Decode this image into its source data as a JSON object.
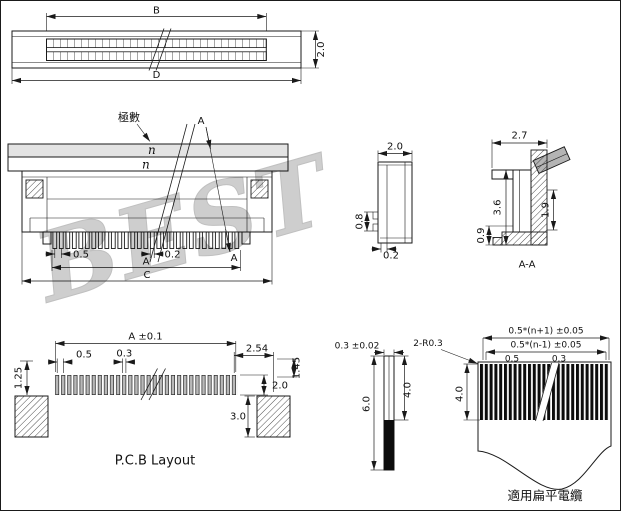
{
  "meta": {
    "watermark": "BEST"
  },
  "colors": {
    "line": "#1a1a1a",
    "watermark": "#c9c9c9",
    "actuator_fill": "#b4b4b4",
    "cable_band_fill": "#e3e3e3",
    "conductor_fill": "#0c0c0c",
    "pad_fill": "#b9b9b9"
  },
  "top_view": {
    "dim_b": "B",
    "dim_d": "D",
    "dim_height": "2.0"
  },
  "front_view": {
    "poles_label": "極數",
    "section_top": "A",
    "section_bottom": "A",
    "n_upper": "n",
    "n_lower": "n",
    "dim_pitch": "0.5",
    "dim_pin_width": "0.2",
    "dim_a": "A",
    "dim_c": "C"
  },
  "side_view": {
    "dim_depth": "2.0",
    "dim_step": "0.8",
    "dim_foot": "0.2"
  },
  "section_aa": {
    "dim_width": "2.7",
    "dim_height": "3.6",
    "dim_inner": "1.9",
    "dim_base": "0.9",
    "label": "A-A"
  },
  "pcb_layout": {
    "dim_span": "A ±0.1",
    "dim_pitch": "0.5",
    "dim_pad_width": "0.3",
    "dim_end_gap": "2.54",
    "dim_left_offset": "1.25",
    "dim_right_offset": "1.45",
    "dim_pad_length": "2.0",
    "dim_anchor_height": "3.0",
    "title": "P.C.B Layout"
  },
  "cable_view": {
    "dim_thickness": "0.3 ±0.02",
    "dim_total_length": "6.0",
    "dim_exposed_length": "4.0",
    "dim_corner_radius": "2-R0.3",
    "dim_width_outer": "0.5*(n+1) ±0.05",
    "dim_width_inner": "0.5*(n-1) ±0.05",
    "dim_pitch": "0.5",
    "dim_conductor_width": "0.3",
    "dim_conductor_length": "4.0",
    "caption": "適用扁平電纜"
  }
}
